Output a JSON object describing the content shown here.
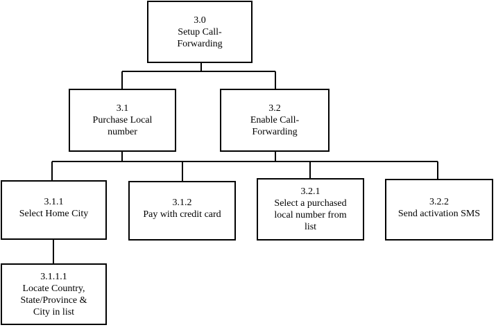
{
  "nodes": {
    "n3_0": {
      "label": "3.0\nSetup Call-\nForwarding"
    },
    "n3_1": {
      "label": "3.1\nPurchase Local\nnumber"
    },
    "n3_2": {
      "label": "3.2\nEnable Call-\nForwarding"
    },
    "n3_1_1": {
      "label": "3.1.1\nSelect Home City"
    },
    "n3_1_2": {
      "label": "3.1.2\nPay with credit card"
    },
    "n3_2_1": {
      "label": "3.2.1\nSelect a purchased\nlocal number from\nlist"
    },
    "n3_2_2": {
      "label": "3.2.2\nSend activation SMS"
    },
    "n3_1_1_1": {
      "label": "3.1.1.1\nLocate Country,\nState/Province &\nCity in list"
    }
  },
  "edges": [
    {
      "from": "3.0",
      "to": "3.1"
    },
    {
      "from": "3.0",
      "to": "3.2"
    },
    {
      "from": "3.1",
      "to": "3.1.1"
    },
    {
      "from": "3.1",
      "to": "3.1.2"
    },
    {
      "from": "3.2",
      "to": "3.2.1"
    },
    {
      "from": "3.2",
      "to": "3.2.2"
    },
    {
      "from": "3.1.1",
      "to": "3.1.1.1"
    }
  ]
}
